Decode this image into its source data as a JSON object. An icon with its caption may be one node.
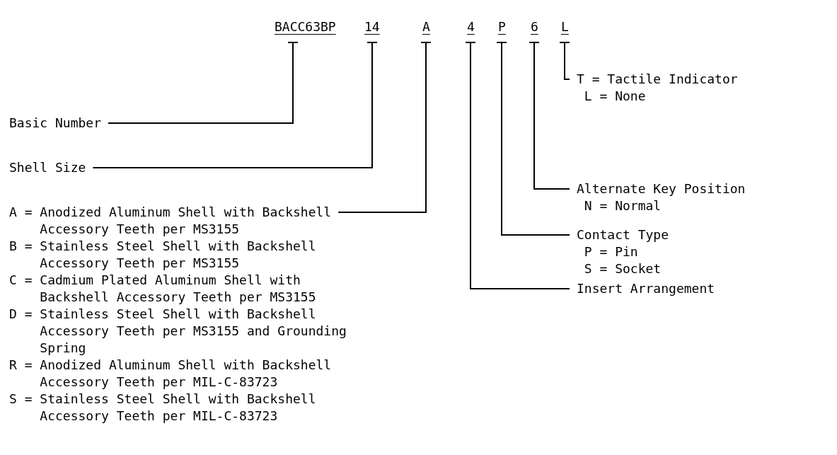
{
  "diagram": {
    "nodes": [
      {
        "text": [
          "BACC63BP"
        ]
      },
      {
        "text": [
          "14"
        ]
      },
      {
        "text": [
          "A"
        ]
      },
      {
        "text": [
          "4"
        ]
      },
      {
        "text": [
          "P"
        ]
      },
      {
        "text": [
          "6"
        ]
      },
      {
        "text": [
          "L"
        ]
      },
      {
        "text": [
          "Basic Number"
        ]
      },
      {
        "text": [
          "Shell Size"
        ]
      },
      {
        "text": [
          "A = Anodized Aluminum Shell with Backshell Accessory Teeth per MS3155",
          "B = Stainless Steel Shell with Backshell Accessory Teeth per MS3155",
          "C = Cadmium Plated Aluminum Shell with Backshell Accessory Teeth per MS3155",
          "D = Stainless Steel Shell with Backshell Accessory Teeth per MS3155 and Grounding Spring",
          "R = Anodized Aluminum Shell with Backshell Accessory Teeth per MIL-C-83723",
          "S = Stainless Steel Shell with Backshell Accessory Teeth per MIL-C-83723"
        ]
      },
      {
        "text": [
          "T = Tactile Indicator",
          "L = None"
        ]
      },
      {
        "text": [
          "Alternate Key Position",
          "N = Normal"
        ]
      },
      {
        "text": [
          "Contact Type",
          "P = Pin",
          "S = Socket"
        ]
      },
      {
        "text": [
          "Insert Arrangement"
        ]
      }
    ],
    "edges": [
      {
        "from": 0,
        "to": 7,
        "arrow": "other"
      },
      {
        "from": 1,
        "to": 8,
        "arrow": "other"
      },
      {
        "from": 2,
        "to": 9,
        "arrow": "other"
      },
      {
        "from": 3,
        "to": 13,
        "arrow": "other"
      },
      {
        "from": 4,
        "to": 12,
        "arrow": "other"
      },
      {
        "from": 5,
        "to": 11,
        "arrow": "other"
      },
      {
        "from": 6,
        "to": 10,
        "arrow": "other"
      }
    ]
  }
}
